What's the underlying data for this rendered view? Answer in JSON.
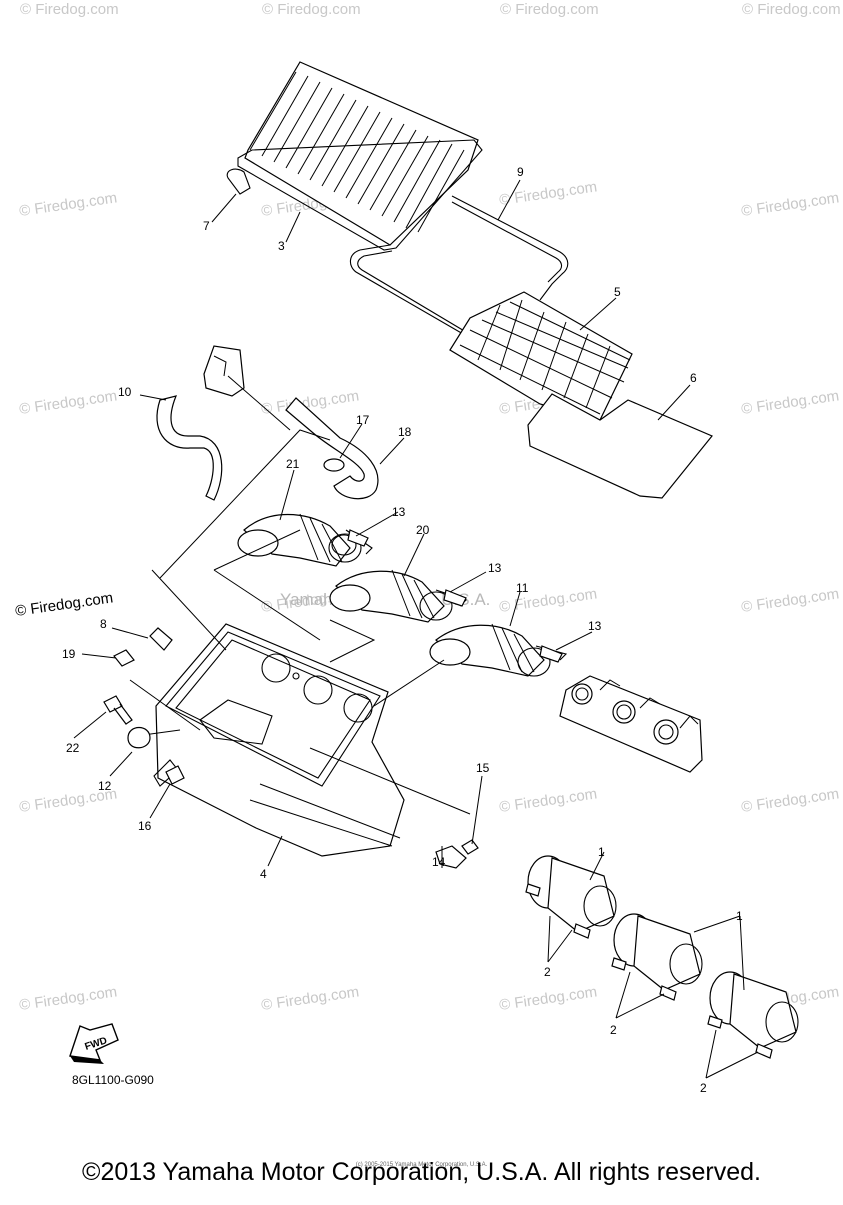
{
  "watermark": "© Firedog.com",
  "center_watermark": "Yamaha Motor Corp, U.S.A.",
  "callouts": {
    "c1a": "1",
    "c1b": "1",
    "c2a": "2",
    "c2b": "2",
    "c2c": "2",
    "c3": "3",
    "c4": "4",
    "c5": "5",
    "c6": "6",
    "c7": "7",
    "c8": "8",
    "c9": "9",
    "c10": "10",
    "c11": "11",
    "c12": "12",
    "c13a": "13",
    "c13b": "13",
    "c13c": "13",
    "c14": "14",
    "c15": "15",
    "c16": "16",
    "c17": "17",
    "c18": "18",
    "c19": "19",
    "c20": "20",
    "c21": "21",
    "c22": "22"
  },
  "fwd_label": "FWD",
  "diagram_code": "8GL1100-G090",
  "tiny_notice": "(c) 2005-2015 Yamaha Motor Corporation, U.S.A.",
  "copyright": "©2013 Yamaha Motor Corporation, U.S.A. All rights reserved."
}
